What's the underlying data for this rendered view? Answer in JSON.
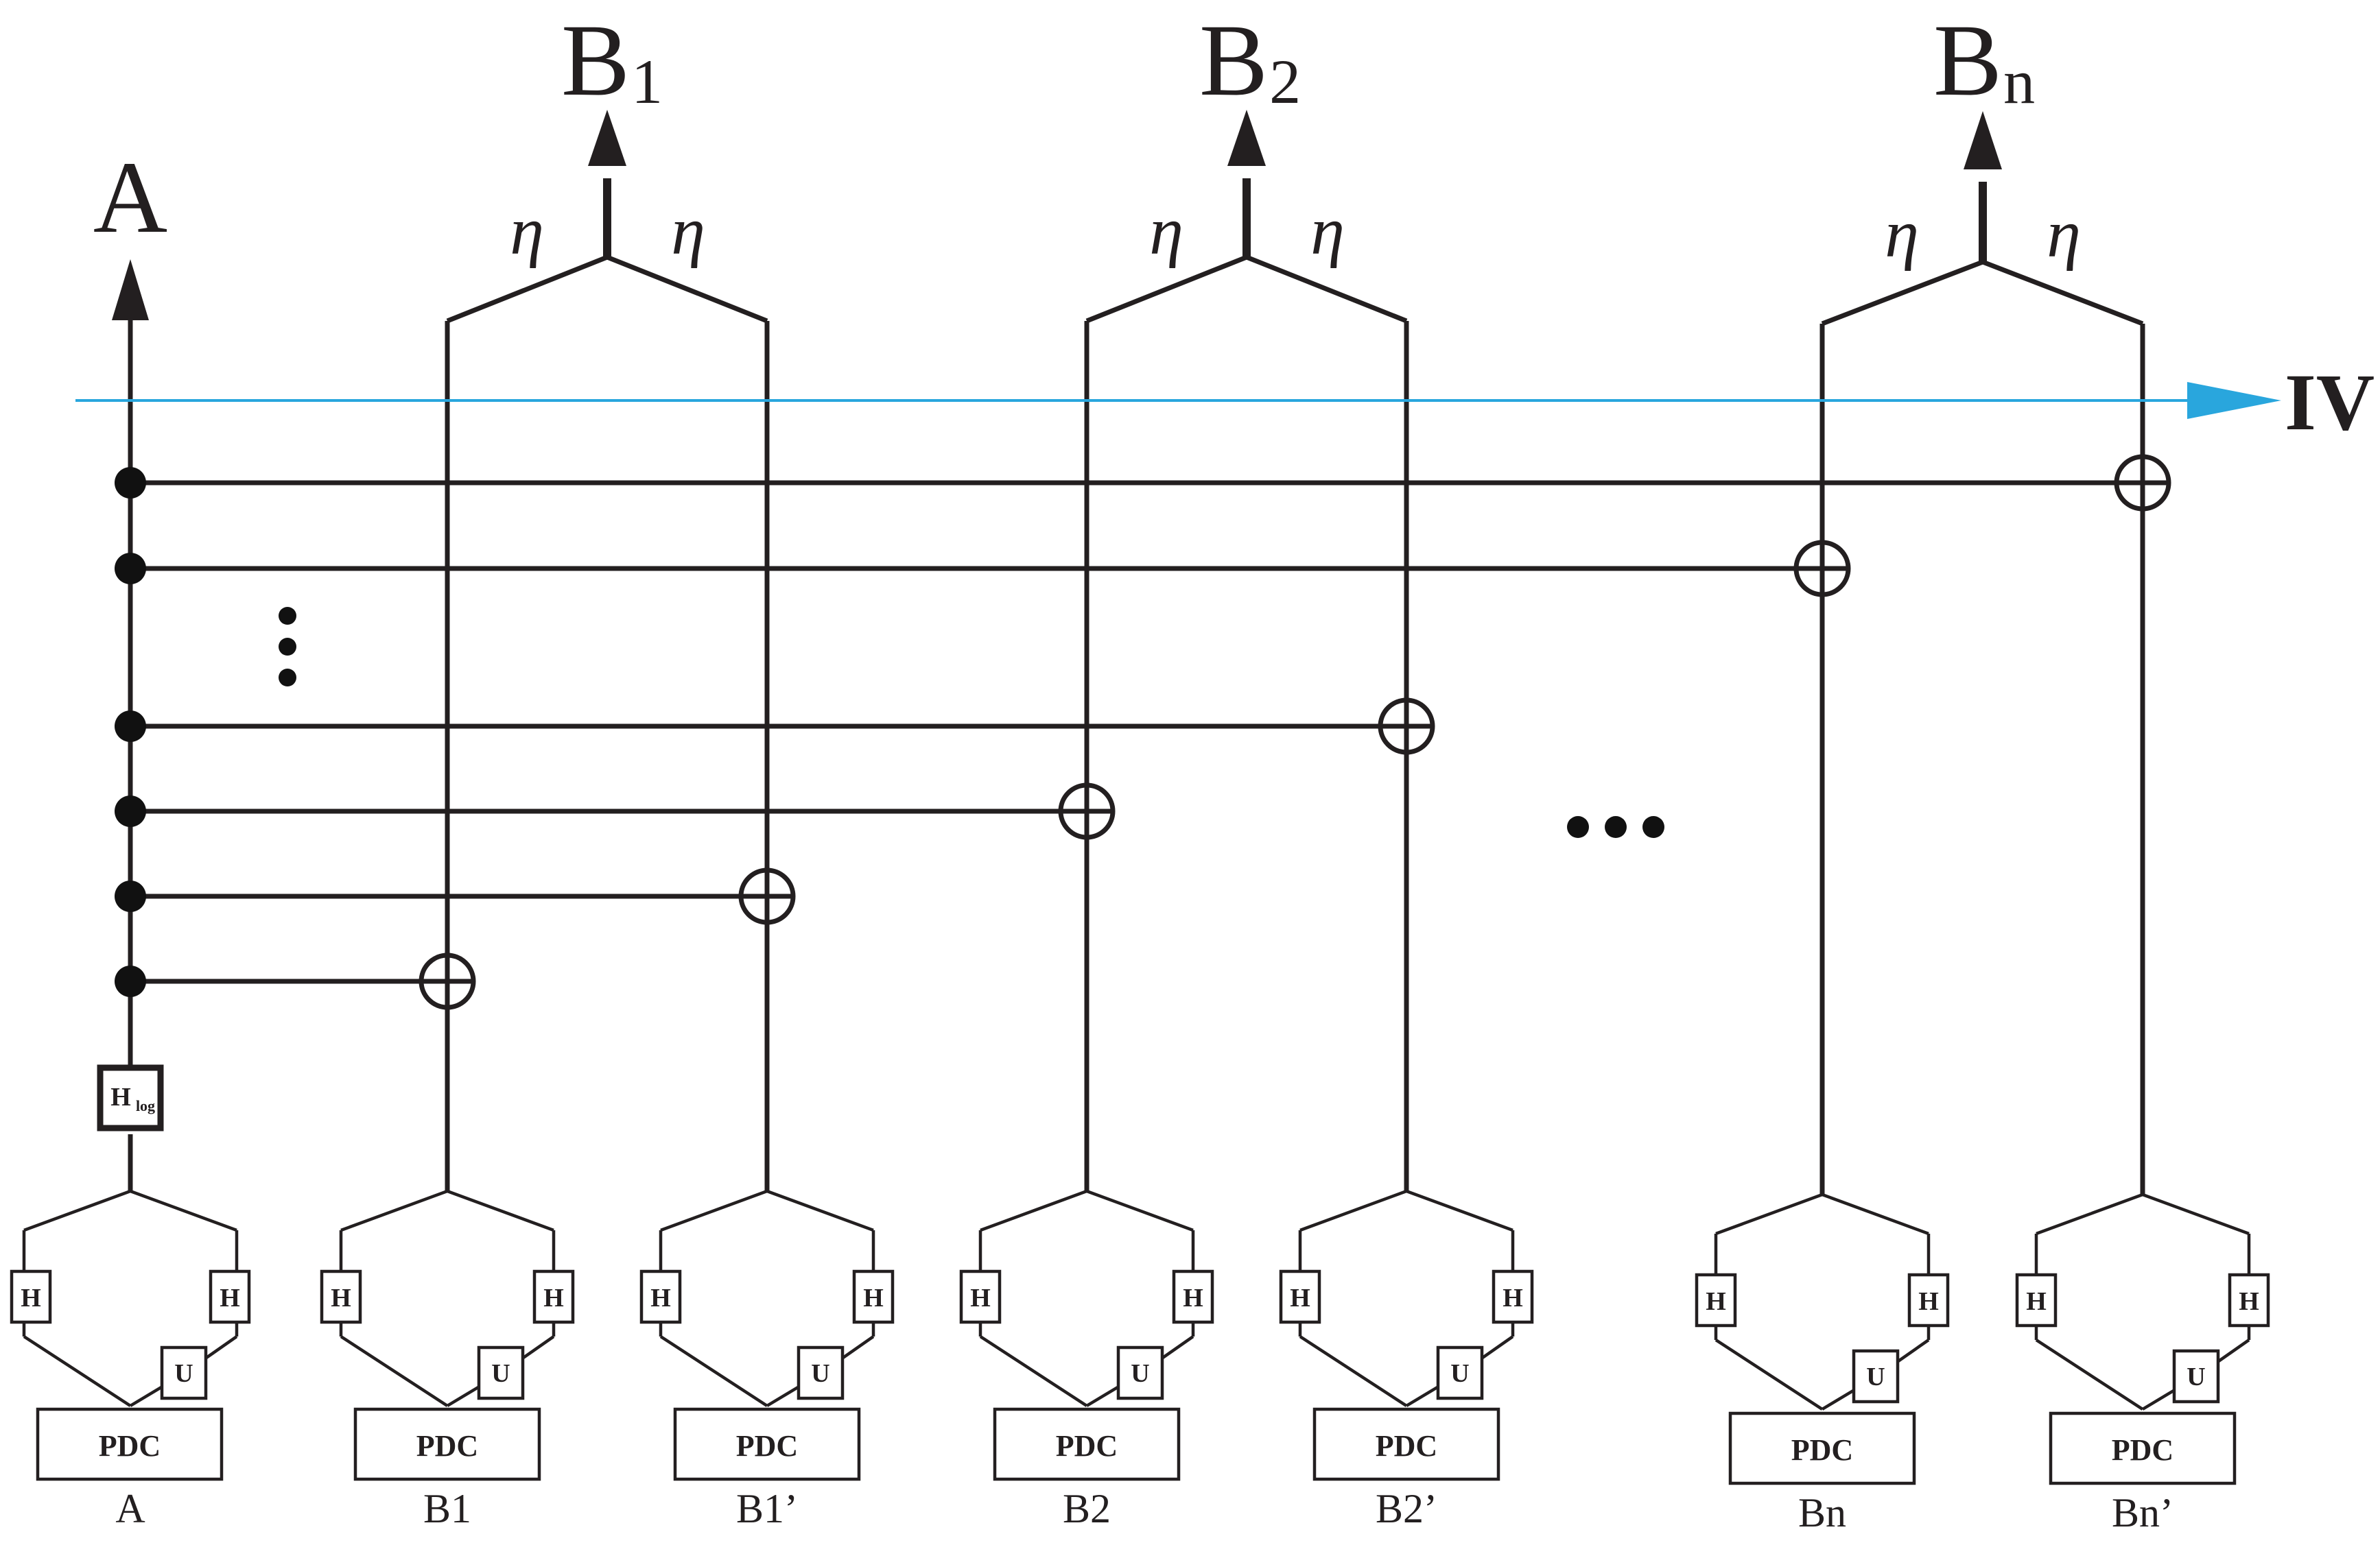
{
  "labels": {
    "output_a": "A",
    "output_b1": "B",
    "output_b1_sub": "1",
    "output_b2": "B",
    "output_b2_sub": "2",
    "output_bn": "B",
    "output_bn_sub": "n",
    "eta": "η",
    "line_iv": "IV",
    "hlog": "H",
    "hlog_sub": "log",
    "hadamard": "H",
    "unitary": "U",
    "source": "PDC"
  },
  "sources": [
    {
      "name": "A"
    },
    {
      "name": "B1"
    },
    {
      "name": "B1’"
    },
    {
      "name": "B2"
    },
    {
      "name": "B2’"
    },
    {
      "name": "Bn"
    },
    {
      "name": "Bn’"
    }
  ],
  "colors": {
    "line": "#231f20",
    "iv_line": "#29a6dd"
  }
}
